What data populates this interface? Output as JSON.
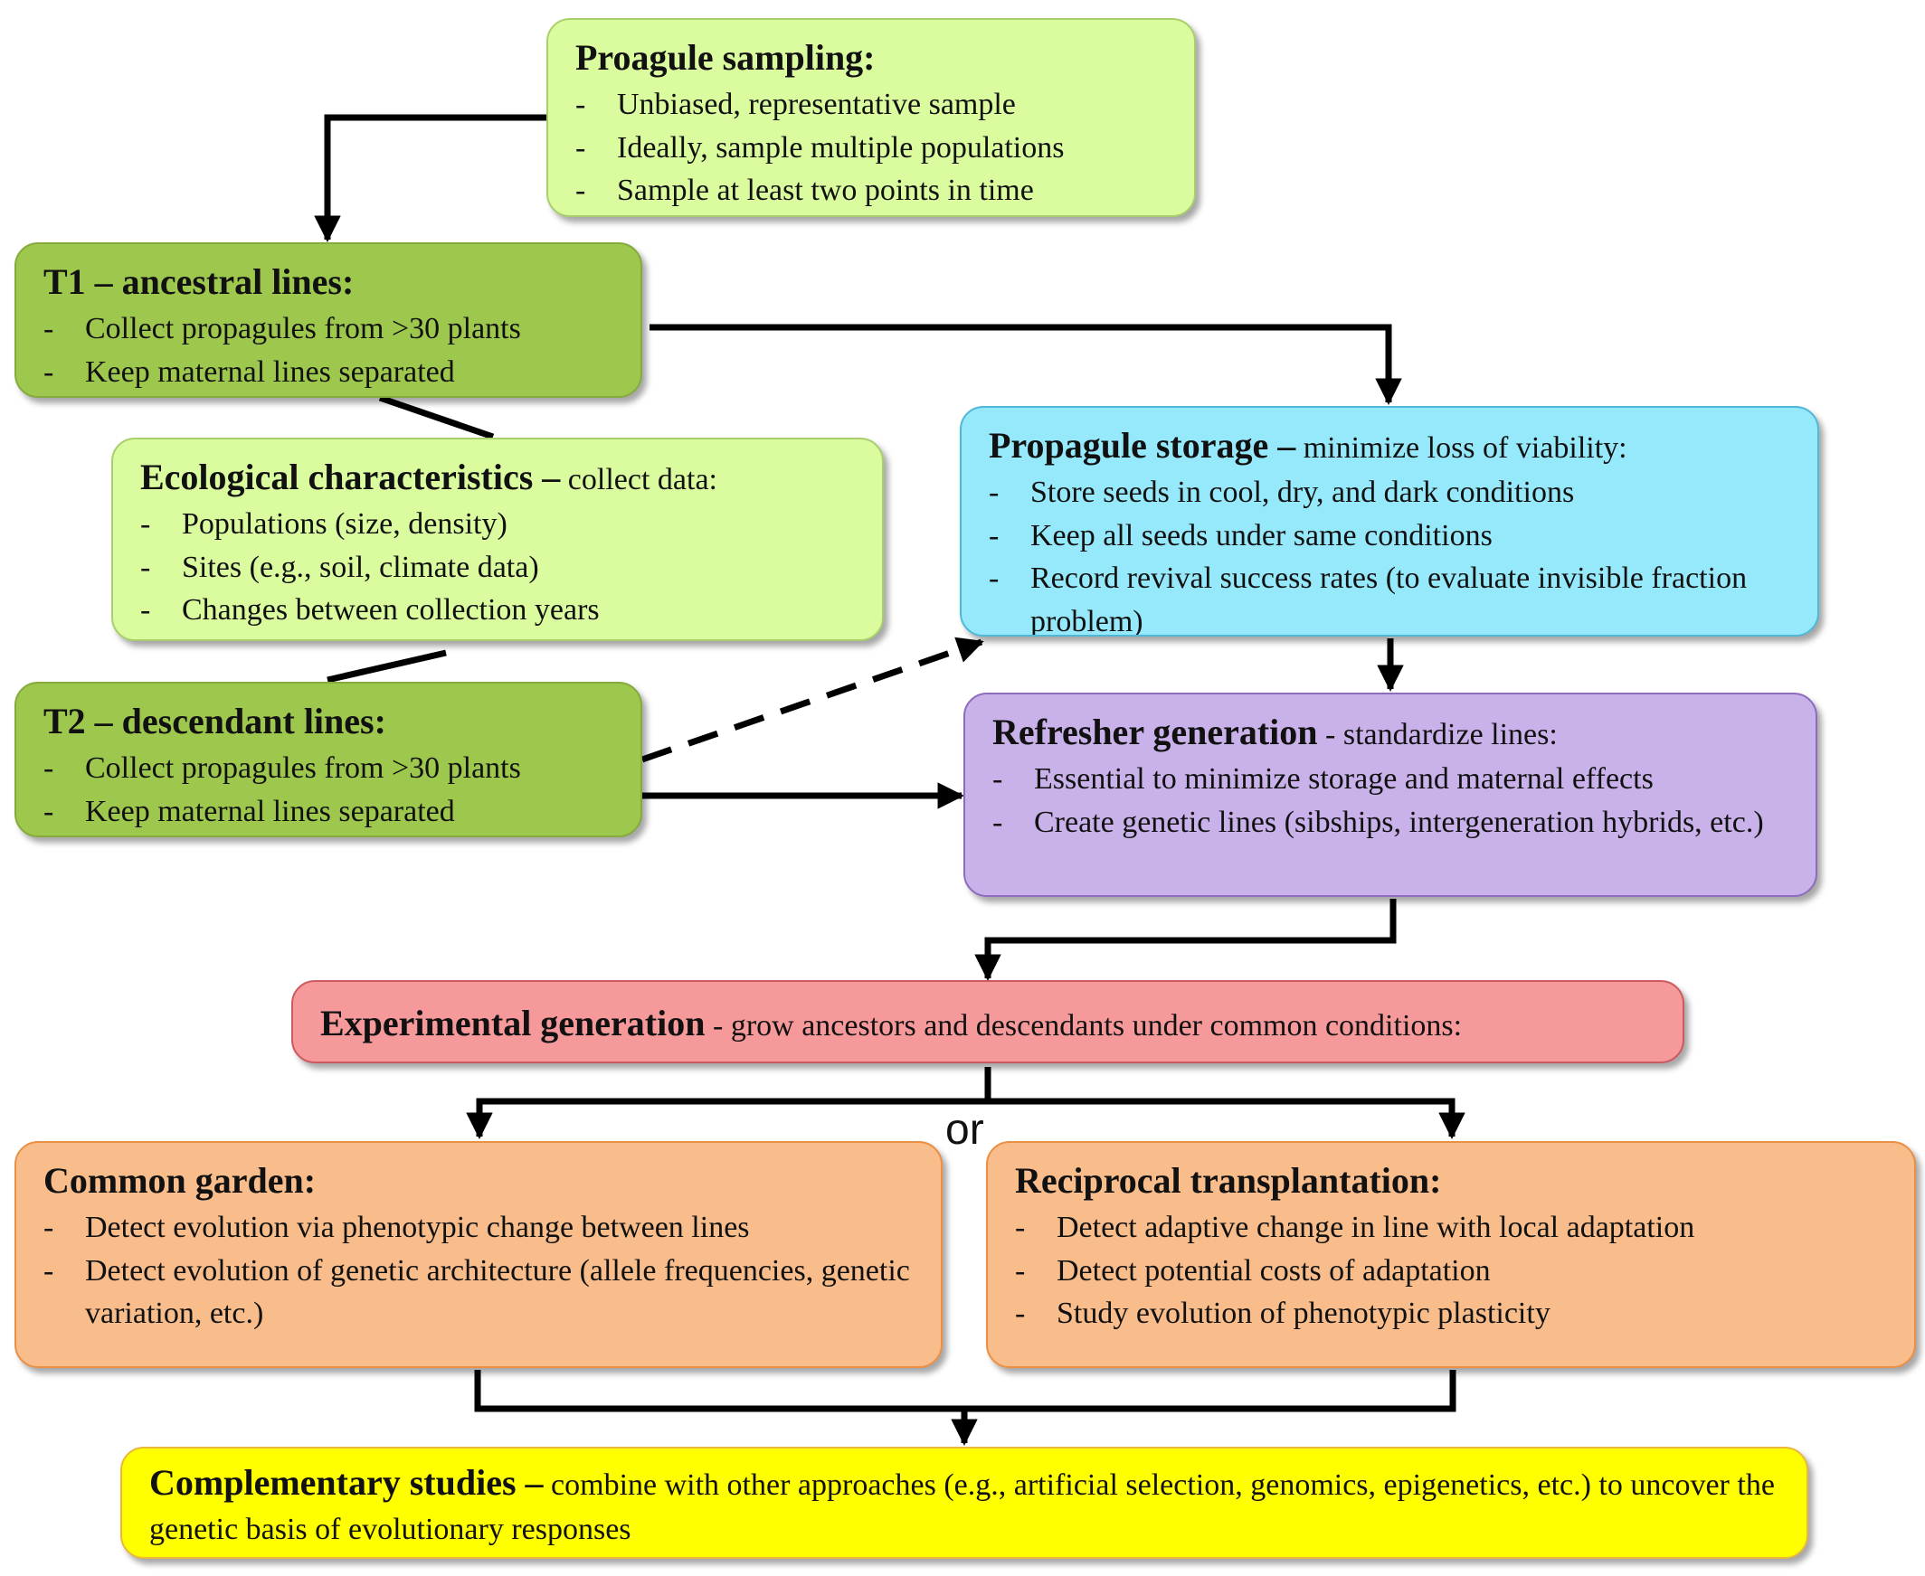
{
  "boxes": {
    "sampling": {
      "title": "Proagule sampling:",
      "bullets": [
        "Unbiased, representative sample",
        "Ideally, sample multiple populations",
        "Sample at least two points in time"
      ]
    },
    "t1": {
      "title": "T1 –  ancestral lines:",
      "bullets": [
        "Collect propagules from >30 plants",
        "Keep maternal lines separated"
      ]
    },
    "eco": {
      "title": "Ecological characteristics –",
      "subtitle": "collect data:",
      "bullets": [
        "Populations (size, density)",
        "Sites (e.g., soil, climate data)",
        "Changes between collection years"
      ]
    },
    "t2": {
      "title": "T2 –  descendant lines:",
      "bullets": [
        "Collect propagules from >30 plants",
        "Keep maternal lines separated"
      ]
    },
    "storage": {
      "title": "Propagule storage –",
      "subtitle": "minimize loss of viability:",
      "bullets": [
        "Store seeds in cool, dry, and dark conditions",
        "Keep all seeds under same conditions",
        "Record revival success rates (to evaluate invisible fraction problem)"
      ]
    },
    "refresher": {
      "title": "Refresher generation",
      "subtitle": "- standardize lines:",
      "bullets": [
        "Essential to minimize storage and maternal effects",
        "Create genetic lines (sibships, intergeneration hybrids, etc.)"
      ]
    },
    "experimental": {
      "title": "Experimental generation",
      "subtitle": "- grow ancestors and descendants under common conditions:"
    },
    "garden": {
      "title": "Common garden:",
      "bullets": [
        "Detect evolution via phenotypic change between lines",
        "Detect evolution of genetic architecture (allele frequencies, genetic variation, etc.)"
      ]
    },
    "reciprocal": {
      "title": "Reciprocal transplantation:",
      "bullets": [
        "Detect adaptive change in line with local adaptation",
        "Detect potential costs of adaptation",
        "Study evolution of phenotypic plasticity"
      ]
    },
    "complementary": {
      "title": "Complementary studies –",
      "subtitle": "combine with other approaches (e.g., artificial selection, genomics, epigenetics, etc.) to uncover the genetic basis of evolutionary responses"
    }
  },
  "or_label": "or",
  "bullet_marker": "-"
}
